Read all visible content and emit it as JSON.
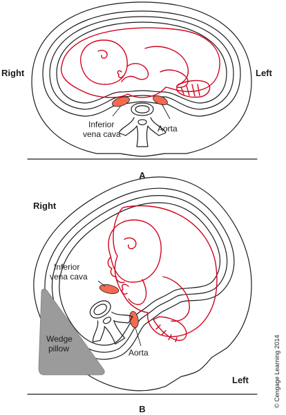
{
  "colors": {
    "outline": "#1a1a1a",
    "fetus": "#d0021b",
    "vessel_fill": "#f26b50",
    "pillow": "#9b9b9b"
  },
  "panel_a": {
    "panel_letter": "A",
    "side_right": "Right",
    "side_left": "Left",
    "ivc_label_line1": "Inferior",
    "ivc_label_line2": "vena cava",
    "aorta_label": "Aorta"
  },
  "panel_b": {
    "panel_letter": "B",
    "side_right": "Right",
    "side_left": "Left",
    "ivc_label_line1": "Inferior",
    "ivc_label_line2": "vena cava",
    "aorta_label": "Aorta",
    "pillow_label_line1": "Wedge",
    "pillow_label_line2": "pillow"
  },
  "copyright": "© Cengage Learning 2014"
}
